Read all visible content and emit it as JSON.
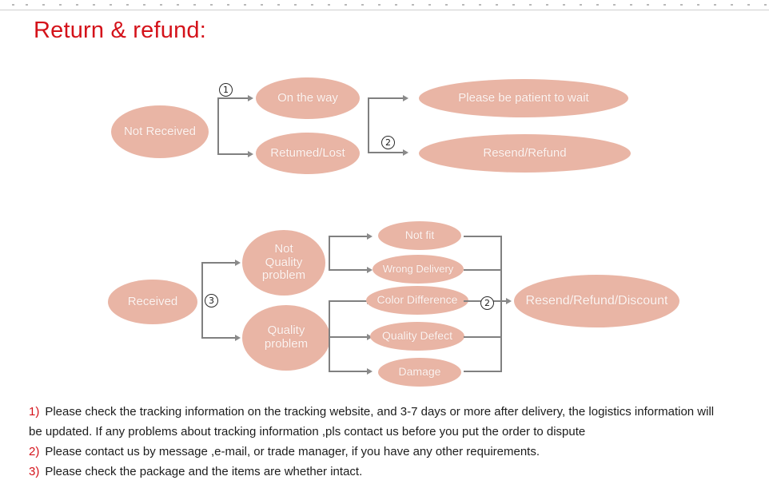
{
  "page": {
    "title": "Return & refund:",
    "title_color": "#d4121a",
    "node_fill": "#e9b5a5",
    "node_text_color": "#fdf4f1",
    "connector_color": "#808080"
  },
  "flow_not_received": {
    "start": {
      "label": "Not Received"
    },
    "branches": [
      {
        "label": "On the way"
      },
      {
        "label": "Retumed/Lost"
      }
    ],
    "outcomes": [
      {
        "label": "Please be patient to wait"
      },
      {
        "label": "Resend/Refund"
      }
    ],
    "markers": [
      {
        "label": "①",
        "number": "1"
      },
      {
        "label": "②",
        "number": "2"
      }
    ]
  },
  "flow_received": {
    "start": {
      "label": "Received"
    },
    "categories": [
      {
        "label": "Not\nQuality\nproblem",
        "line1": "Not",
        "line2": "Quality",
        "line3": "problem"
      },
      {
        "label": "Quality\nproblem",
        "line1": "Quality",
        "line2": "problem"
      }
    ],
    "reasons": [
      {
        "label": "Not fit"
      },
      {
        "label": "Wrong Delivery"
      },
      {
        "label": "Color Difference"
      },
      {
        "label": "Quality Defect"
      },
      {
        "label": "Damage"
      }
    ],
    "outcome": {
      "label": "Resend/Refund/Discount"
    },
    "markers": [
      {
        "label": "③",
        "number": "3"
      },
      {
        "label": "②",
        "number": "2"
      }
    ]
  },
  "notes": [
    {
      "number": "1)",
      "text": "Please check the tracking information on the tracking website, and 3-7 days or more after delivery, the logistics information will",
      "continuation": "be updated. If any problems about tracking information ,pls contact us before you put the order to dispute"
    },
    {
      "number": "2)",
      "text": "Please contact us by message ,e-mail, or trade manager, if you have any other requirements.",
      "continuation": ""
    },
    {
      "number": "3)",
      "text": "Please check the package and the items are whether intact.",
      "continuation": ""
    }
  ]
}
